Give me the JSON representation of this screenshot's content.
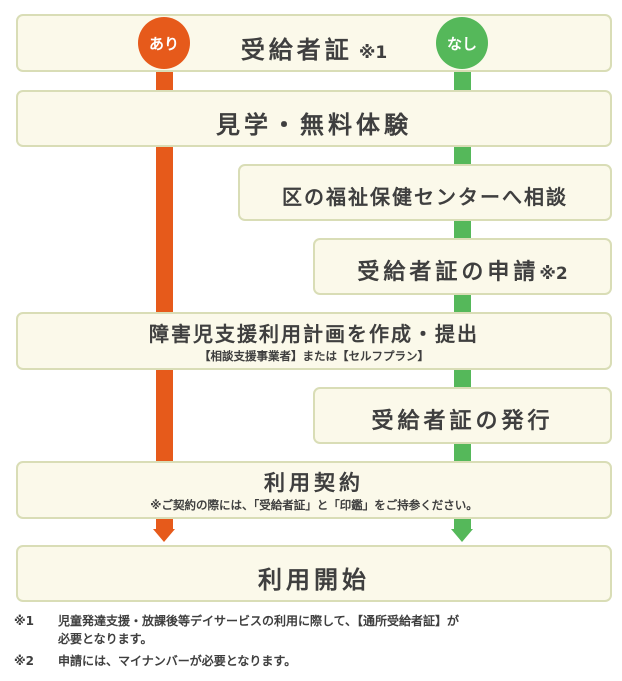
{
  "branches": {
    "yes": "あり",
    "no": "なし"
  },
  "steps": {
    "certificate": {
      "title": "受給者証",
      "ref": "※1"
    },
    "tour": {
      "title": "見学・無料体験"
    },
    "consult": {
      "title": "区の福祉保健センターへ相談"
    },
    "apply": {
      "title": "受給者証の申請",
      "ref": "※2"
    },
    "plan": {
      "title": "障害児支援利用計画を作成・提出",
      "sub": "【相談支援事業者】または【セルフプラン】"
    },
    "issue": {
      "title": "受給者証の発行"
    },
    "contract": {
      "title": "利用契約",
      "sub": "※ご契約の際には、「受給者証」と「印鑑」をご持参ください。"
    },
    "start": {
      "title": "利用開始"
    }
  },
  "notes": [
    {
      "mark": "※1",
      "lines": [
        "児童発達支援・放課後等デイサービスの利用に際して、【通所受給者証】が",
        "必要となります。"
      ]
    },
    {
      "mark": "※2",
      "lines": [
        "申請には、マイナンバーが必要となります。"
      ]
    }
  ],
  "colors": {
    "yes": "#e65a1b",
    "no": "#55b85a",
    "box_fill": "#fbf9ea",
    "box_border": "#d9ddb6"
  }
}
